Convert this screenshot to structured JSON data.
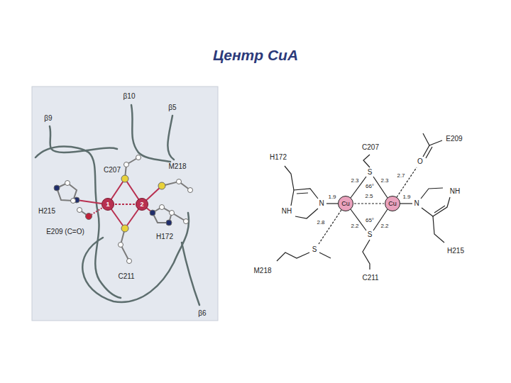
{
  "diagram": {
    "title": "Центр CuA",
    "nodes": [
      {
        "text": [
          "1"
        ]
      },
      {
        "text": [
          "2"
        ]
      },
      {
        "text": [
          "Cu"
        ]
      },
      {
        "text": [
          "Cu"
        ]
      }
    ],
    "edges": [
      {
        "from": 0,
        "to": 1,
        "arrow": "none"
      },
      {
        "from": 2,
        "to": 3,
        "label": "2.5",
        "arrow": "none"
      }
    ],
    "labels": [
      "β9",
      "β10",
      "β5",
      "C207",
      "M218",
      "H215",
      "E209 (C=O)",
      "C211",
      "H172",
      "β6",
      "C207",
      "E209",
      "H172",
      "N",
      "NH",
      "S",
      "S",
      "NH",
      "N",
      "H215",
      "S",
      "M218",
      "C211",
      "O",
      "1.9",
      "1.9",
      "2.3",
      "2.3",
      "2.2",
      "2.2",
      "66°",
      "65°",
      "2.8",
      "2.7"
    ]
  }
}
